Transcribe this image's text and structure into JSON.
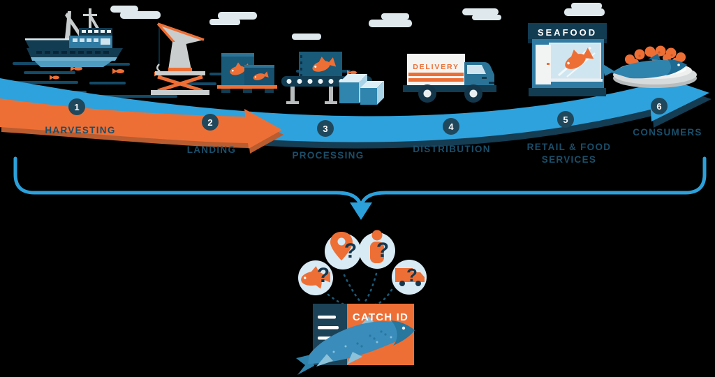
{
  "colors": {
    "background": "#000000",
    "arrow_blue": "#2ea2dc",
    "arrow_blue_shadow": "#143c53",
    "arrow_orange": "#ee6f35",
    "arrow_orange_shadow": "#b95c2f",
    "label_navy": "#1a4f6b",
    "badge_navy": "#20485c",
    "mystery_circle_blue": "#d8eaf4",
    "card_navy": "#1b4257",
    "card_orange": "#ee6f35",
    "illustration_navy": "#123c52",
    "illustration_teal": "#2f7ba3"
  },
  "steps": [
    {
      "number": "1",
      "label": "HARVESTING",
      "illustration": "fishing-boat"
    },
    {
      "number": "2",
      "label": "LANDING",
      "illustration": "dock-crane-and-crates"
    },
    {
      "number": "3",
      "label": "PROCESSING",
      "illustration": "conveyor-belt"
    },
    {
      "number": "4",
      "label": "DISTRIBUTION",
      "illustration": "delivery-truck"
    },
    {
      "number": "5",
      "label": "RETAIL & FOOD SERVICES",
      "illustration": "seafood-shop"
    },
    {
      "number": "6",
      "label": "CONSUMERS",
      "illustration": "seafood-plate"
    }
  ],
  "truck": {
    "sign": "DELIVERY"
  },
  "shop": {
    "sign": "SEAFOOD"
  },
  "mystery_icons": [
    {
      "name": "fish-icon",
      "mark": "?"
    },
    {
      "name": "location-pin-icon",
      "mark": "?"
    },
    {
      "name": "person-icon",
      "mark": "?"
    },
    {
      "name": "truck-icon",
      "mark": "?"
    }
  ],
  "catch_card": {
    "title": "CATCH ID"
  }
}
